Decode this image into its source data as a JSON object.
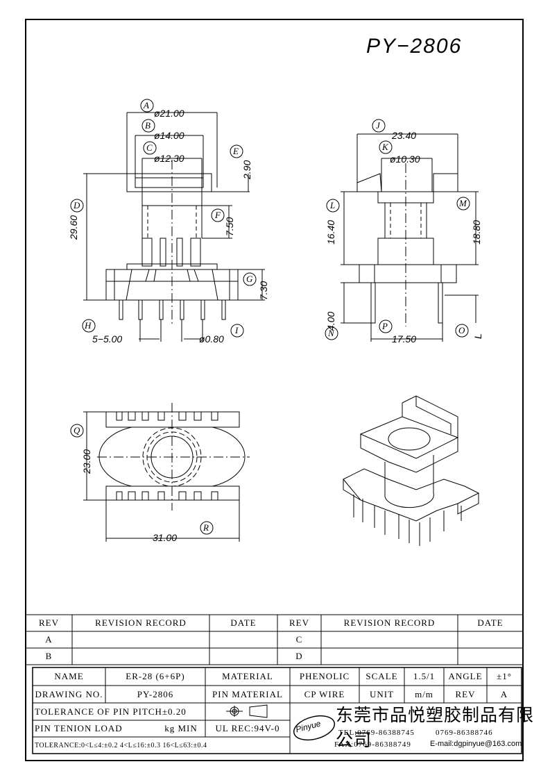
{
  "drawing": {
    "part_code": "PY−2806",
    "dimensions": {
      "A": "ø21.00",
      "B": "ø14.00",
      "C": "ø12.30",
      "D": "29.60",
      "E": "2.90",
      "F": "7.50",
      "G": "7.30",
      "H": "5−5.00",
      "I": "ø0.80",
      "J": "23.40",
      "K": "ø10.30",
      "L": "16.40",
      "M": "18.80",
      "N": "4.00",
      "O": "L",
      "P": "17.50",
      "Q": "23.00",
      "R": "31.00"
    },
    "callouts": [
      "A",
      "B",
      "C",
      "D",
      "E",
      "F",
      "G",
      "H",
      "I",
      "J",
      "K",
      "L",
      "M",
      "N",
      "O",
      "P",
      "Q",
      "R"
    ]
  },
  "revision_table": {
    "headers": [
      "REV",
      "REVISION RECORD",
      "DATE",
      "REV",
      "REVISION RECORD",
      "DATE"
    ],
    "rows": [
      [
        "A",
        "",
        "",
        "C",
        "",
        ""
      ],
      [
        "B",
        "",
        "",
        "D",
        "",
        ""
      ]
    ]
  },
  "title_block": {
    "name_label": "NAME",
    "name_value": "ER-28 (6+6P)",
    "material_label": "MATERIAL",
    "material_value": "PHENOLIC",
    "scale_label": "SCALE",
    "scale_value": "1.5/1",
    "angle_label": "ANGLE",
    "angle_value": "±1°",
    "drawing_no_label": "DRAWING NO.",
    "drawing_no_value": "PY-2806",
    "pin_material_label": "PIN MATERIAL",
    "pin_material_value": "CP WIRE",
    "unit_label": "UNIT",
    "unit_value": "m/m",
    "rev_label": "REV",
    "rev_value": "A",
    "tolerance_pitch": "TOLERANCE OF PIN PITCH±0.20",
    "pin_tension": "PIN TENION LOAD",
    "pin_tension_value": "kg MIN",
    "ul_rec": "UL REC:94V-0",
    "tolerance_ranges": "TOLERANCE:0<L≤4:±0.2  4<L≤16:±0.3  16<L≤63:±0.4"
  },
  "company": {
    "logo": "Pinyue",
    "name": "东莞市品悦塑胶制品有限公司",
    "tel": "TEL:0769-86388745",
    "tel2": "0769-86388746",
    "fax": "FAX:0769-86388749",
    "email": "E-mail:dgpinyue@163.com"
  }
}
